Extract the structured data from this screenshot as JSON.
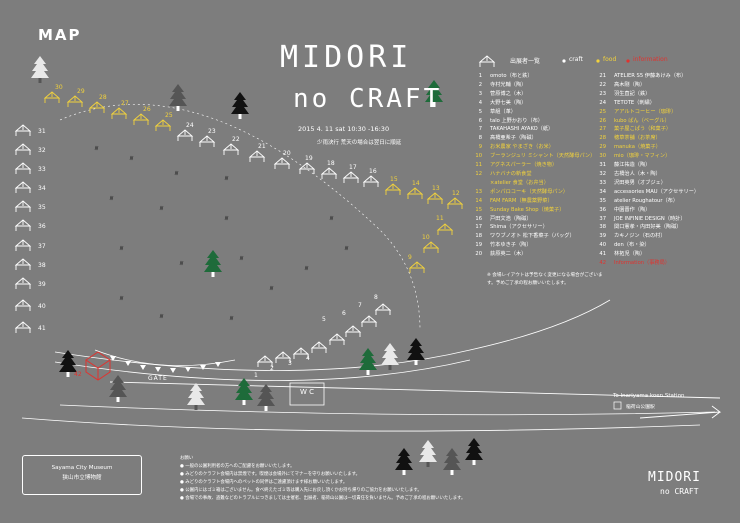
{
  "header": {
    "title": "MAP"
  },
  "logo": {
    "line1": "MIDORI",
    "line2": "no CRAFT"
  },
  "event": {
    "date": "2015 4. 11 sat 10:30 -16:30",
    "venue": "少雨決行  荒天の場合は翌日に順延"
  },
  "legend": {
    "list_title": "出展者一覧",
    "craft": "craft",
    "food": "food",
    "information": "information"
  },
  "exhibitors_left": [
    {
      "num": "1",
      "name": "omoto（布と鉄）",
      "type": "craft"
    },
    {
      "num": "2",
      "name": "寺村光輔（陶）",
      "type": "craft"
    },
    {
      "num": "3",
      "name": "菅原博之（木）",
      "type": "craft"
    },
    {
      "num": "4",
      "name": "大野七美（陶）",
      "type": "craft"
    },
    {
      "num": "5",
      "name": "草組（革）",
      "type": "craft"
    },
    {
      "num": "6",
      "name": "talo 上野かおり（布）",
      "type": "craft"
    },
    {
      "num": "7",
      "name": "TAKAHASHI AYAKO（紙）",
      "type": "craft"
    },
    {
      "num": "8",
      "name": "高橋亜希子（陶磁）",
      "type": "craft"
    },
    {
      "num": "9",
      "name": "お米農家 やまざき（お米）",
      "type": "food"
    },
    {
      "num": "10",
      "name": "ブーランジュリ ミシャント（天然酵母パン）",
      "type": "food"
    },
    {
      "num": "11",
      "name": "アグネスパーラー（焼き物）",
      "type": "food"
    },
    {
      "num": "12",
      "name": "ハナバナの新食堂",
      "type": "food"
    },
    {
      "num": "",
      "name": "×atelier 食堂（お弁当）",
      "type": "food"
    },
    {
      "num": "13",
      "name": "ポンパロコーキ（天然酵母パン）",
      "type": "food"
    },
    {
      "num": "14",
      "name": "FAM FARM（無農薬野菜）",
      "type": "food"
    },
    {
      "num": "15",
      "name": "Sunday Bake Shop（焼菓子）",
      "type": "food"
    },
    {
      "num": "16",
      "name": "戸田文浩（陶磁）",
      "type": "craft"
    },
    {
      "num": "17",
      "name": "Shima（アクセサリー）",
      "type": "craft"
    },
    {
      "num": "18",
      "name": "ワウブノオト 松下香菜子（バッグ）",
      "type": "craft"
    },
    {
      "num": "19",
      "name": "竹本ゆき子（陶）",
      "type": "craft"
    },
    {
      "num": "20",
      "name": "荻原英二（木）",
      "type": "craft"
    }
  ],
  "exhibitors_right": [
    {
      "num": "21",
      "name": "ATELIER S5 伊藤あけみ（布）",
      "type": "craft"
    },
    {
      "num": "22",
      "name": "高木剛（陶）",
      "type": "craft"
    },
    {
      "num": "23",
      "name": "羽生直記（鉄）",
      "type": "craft"
    },
    {
      "num": "24",
      "name": "TETOTE（刺繍）",
      "type": "craft"
    },
    {
      "num": "25",
      "name": "アアルトコーヒー（珈琲）",
      "type": "food"
    },
    {
      "num": "26",
      "name": "kubo ぱん（ベーグル）",
      "type": "food"
    },
    {
      "num": "27",
      "name": "菓子屋こぱう（和菓子）",
      "type": "food"
    },
    {
      "num": "28",
      "name": "穂草茶舗（お茶席）",
      "type": "food"
    },
    {
      "num": "29",
      "name": "manuka（焼菓子）",
      "type": "food"
    },
    {
      "num": "30",
      "name": "mio（珈琲・マフィン）",
      "type": "food"
    },
    {
      "num": "31",
      "name": "藤江祐造（陶）",
      "type": "craft"
    },
    {
      "num": "32",
      "name": "古橋治人（木・陶）",
      "type": "craft"
    },
    {
      "num": "33",
      "name": "沢田英男（オブジェ）",
      "type": "craft"
    },
    {
      "num": "34",
      "name": "accessories MAU（アクセサリー）",
      "type": "craft"
    },
    {
      "num": "35",
      "name": "atelier Roughatour（布）",
      "type": "craft"
    },
    {
      "num": "36",
      "name": "中園晋作（陶）",
      "type": "craft"
    },
    {
      "num": "37",
      "name": "JOE INFINIE DESIGN（時計）",
      "type": "craft"
    },
    {
      "num": "38",
      "name": "関口憲孝・内田好美（陶磁）",
      "type": "craft"
    },
    {
      "num": "39",
      "name": "カキノジン（石の村）",
      "type": "craft"
    },
    {
      "num": "40",
      "name": "den（布・染）",
      "type": "craft"
    },
    {
      "num": "41",
      "name": "林拓児（陶）",
      "type": "craft"
    },
    {
      "num": "42",
      "name": "Information（事務局）",
      "type": "info"
    }
  ],
  "layout_note": "※ 会場レイアウトは予告なく変更になる場合がございます。予めご了承の程お願いいたします。",
  "booth_numbers": {
    "left_column": [
      "31",
      "32",
      "33",
      "34",
      "35",
      "36",
      "37",
      "38",
      "39",
      "40",
      "41"
    ],
    "top_food": [
      "30",
      "29",
      "28",
      "27",
      "26",
      "25"
    ],
    "top_craft": [
      "24",
      "23",
      "22",
      "21",
      "20",
      "19",
      "18",
      "17",
      "16"
    ],
    "right_food": [
      "15",
      "14",
      "13",
      "12",
      "11",
      "10",
      "9"
    ],
    "bottom": [
      "1",
      "2",
      "3",
      "4",
      "5",
      "6",
      "7",
      "8"
    ],
    "info": "42"
  },
  "labels": {
    "gate": "GATE",
    "wc": "W C"
  },
  "museum": {
    "name_en": "Sayama City Museum",
    "name_ja": "狭山市立博物館"
  },
  "station": {
    "name_en": "To Inariyama koen Station",
    "name_ja": "稲荷山公園駅"
  },
  "notes": {
    "title": "お願い",
    "items": [
      "一般の公園利用者の方へのご配慮をお願いいたします。",
      "みどりのクラフト会場内は禁煙です。喫煙は会場外にてマナーを守りお願いいたします。",
      "みどりのクラフト会場内へのペットの同伴はご遠慮頂けます様お願いいたします。",
      "公園内にはゴミ箱はございません。食べ終えたゴミ等は購入先にお戻し頂くかお持ち帰りのご協力をお願いいたします。",
      "会場での事故、盗難などのトラブルにつきましては主催者、出展者、稲荷山公園は一切責任を負いません。予めご了承の程お願いいたします。"
    ]
  },
  "colors": {
    "background": "#7d7d7d",
    "food": "#f2d23c",
    "info": "#e0332f",
    "tree_green": "#1e6b3a"
  }
}
